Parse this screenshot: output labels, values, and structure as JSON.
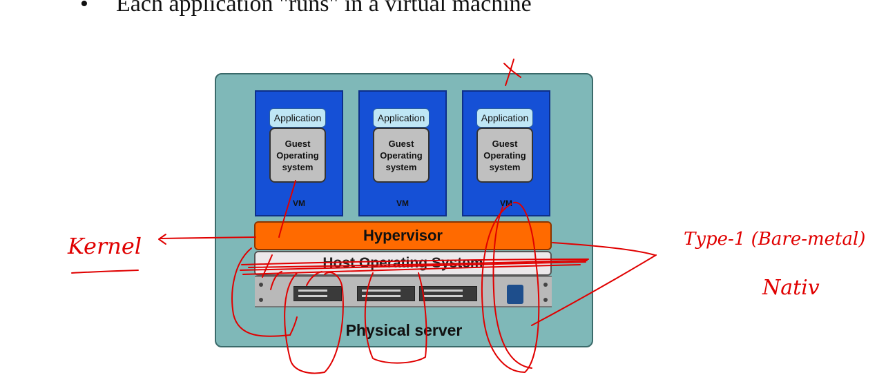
{
  "heading": {
    "bullet": "•",
    "text": "Each application \"runs\" in a virtual machine"
  },
  "diagram": {
    "vms": [
      {
        "app": "Application",
        "guest_os": "Guest Operating system",
        "label": "VM"
      },
      {
        "app": "Application",
        "guest_os": "Guest Operating system",
        "label": "VM"
      },
      {
        "app": "Application",
        "guest_os": "Guest Operating system",
        "label": "VM"
      }
    ],
    "hypervisor": "Hypervisor",
    "host_os": "Host Operating System",
    "physical_server": "Physical server"
  },
  "annotations": {
    "kernel": "Kernel",
    "type1": "Type-1 (Bare-metal)",
    "native": "Nativ",
    "cross": "X"
  },
  "colors": {
    "server_bg": "#7fb8b8",
    "vm_bg": "#1550d6",
    "hypervisor": "#ff6a00",
    "ink": "#e00000"
  }
}
